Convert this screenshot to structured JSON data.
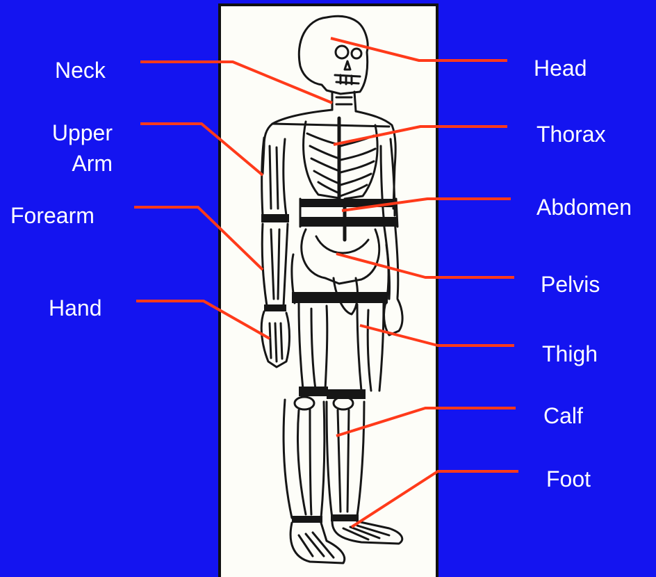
{
  "colors": {
    "background": "#1414f0",
    "label_text": "#ffffff",
    "leader_line": "#ff3a1a",
    "panel": "#fdfdf8",
    "panel_border": "#101010",
    "figure_ink": "#161616"
  },
  "labels": {
    "left": {
      "neck": "Neck",
      "upper_arm_line1": "Upper",
      "upper_arm_line2": "Arm",
      "forearm": "Forearm",
      "hand": "Hand"
    },
    "right": {
      "head": "Head",
      "thorax": "Thorax",
      "abdomen": "Abdomen",
      "pelvis": "Pelvis",
      "thigh": "Thigh",
      "calf": "Calf",
      "foot": "Foot"
    }
  },
  "figure": {
    "icon": "skeleton-mannequin-illustration"
  }
}
